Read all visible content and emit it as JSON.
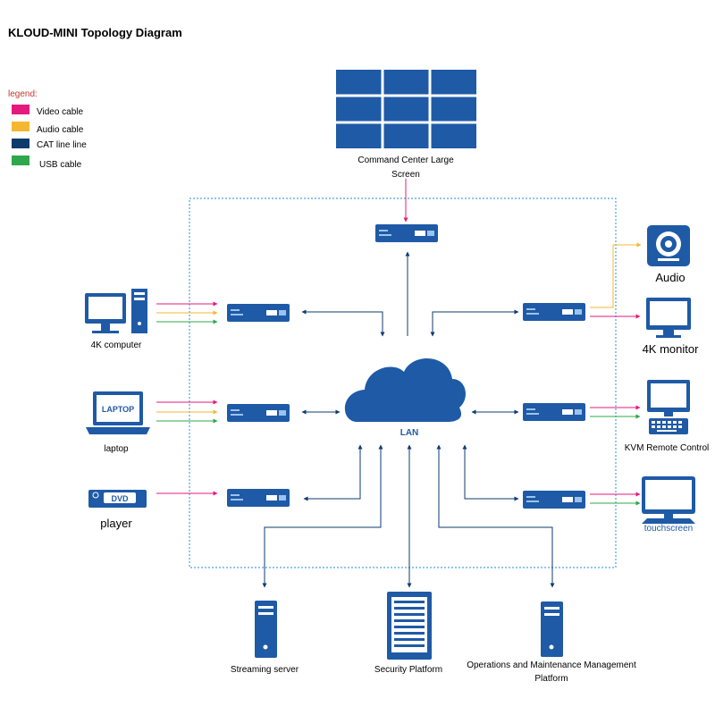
{
  "title": "KLOUD-MINI Topology Diagram",
  "legend": {
    "heading": "legend:",
    "items": [
      {
        "label": "Video cable",
        "color": "#e6197e"
      },
      {
        "label": "Audio cable",
        "color": "#f5b731"
      },
      {
        "label": "CAT line line",
        "color": "#0d3b6e"
      },
      {
        "label": "USB cable",
        "color": "#2ea84b"
      }
    ]
  },
  "colors": {
    "device_blue": "#1f5aa6",
    "boundary": "#4aa3df",
    "touchscreen_text": "#1f5aa6"
  },
  "nodes": {
    "large_screen": {
      "label_line1": "Command Center Large",
      "label_line2": "Screen"
    },
    "computer": {
      "label": "4K computer"
    },
    "laptop": {
      "label": "laptop",
      "screen_text": "LAPTOP"
    },
    "player": {
      "label": "player",
      "badge": "DVD"
    },
    "audio": {
      "label": "Audio"
    },
    "monitor": {
      "label": "4K monitor"
    },
    "kvm": {
      "label": "KVM Remote Control"
    },
    "touchscreen": {
      "label": "touchscreen"
    },
    "lan": {
      "label": "LAN"
    },
    "streaming": {
      "label": "Streaming server"
    },
    "security": {
      "label": "Security Platform"
    },
    "ops": {
      "label_line1": "Operations and Maintenance Management",
      "label_line2": "Platform"
    }
  }
}
